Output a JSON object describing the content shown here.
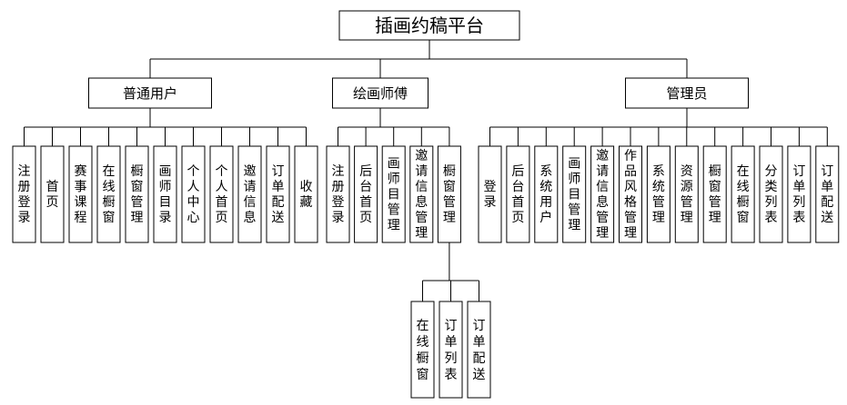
{
  "title": "插画约稿平台",
  "groups": [
    {
      "label": "普通用户",
      "children": [
        "注册登录",
        "首页",
        "赛事课程",
        "在线橱窗",
        "橱窗管理",
        "画师目录",
        "个人中心",
        "个人首页",
        "邀请信息",
        "订单配送",
        "收藏"
      ]
    },
    {
      "label": "绘画师傅",
      "children": [
        "注册登录",
        "后台首页",
        "画师目管理",
        "邀请信息管理",
        "橱窗管理"
      ],
      "sub": {
        "parent": "橱窗管理",
        "children": [
          "在线橱窗",
          "订单列表",
          "订单配送"
        ]
      }
    },
    {
      "label": "管理员",
      "children": [
        "登录",
        "后台首页",
        "系统用户",
        "画师目管理",
        "邀请信息管理",
        "作品风格管理",
        "系统管理",
        "资源管理",
        "橱窗管理",
        "在线橱窗",
        "分类列表",
        "订单列表",
        "订单配送"
      ]
    }
  ]
}
